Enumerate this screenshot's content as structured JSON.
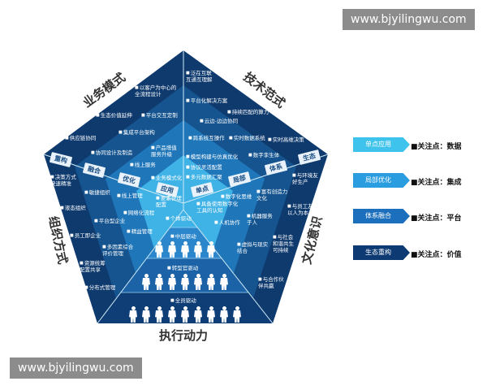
{
  "watermark_top": "www.bjyilingwu.com",
  "watermark_bottom": "www.bjyilingwu.com",
  "dimensions": {
    "business": "业务模式",
    "technology": "技术范式",
    "organization": "组织方式",
    "culture": "文化意识",
    "execution": "执行动力"
  },
  "stage_tags": [
    "重构",
    "融合",
    "优化",
    "应用",
    "单点",
    "局部",
    "体系",
    "生态"
  ],
  "business_items": [
    "以客户为中心的\n全流程设计",
    "生态价值延伸",
    "平台交互定制",
    "供应链协同",
    "集成平台架构",
    "协同设计及制造",
    "产品增值\n服务升级",
    "线上服务",
    "业务模式化",
    "要素合理\n配置"
  ],
  "technology_items": [
    "泛在互联\n互通互理解",
    "平台化解决方案",
    "持续匹配的算力",
    "云边-边边协同",
    "跨系统互操作",
    "实时数据系统",
    "实时高维决策",
    "模型构建与仿真优化",
    "数字孪生体",
    "协议灵活配置",
    "多元数据汇聚",
    "数字化思维",
    "具备使用数字化\n工具的认知",
    "人机协作"
  ],
  "culture_items": [
    "富有创造力\n文化",
    "与环境友\n好生产",
    "与员工友善\n以人为本",
    "机器服务\n于人",
    "与社会\n和谐共生\n可持续",
    "虚拟与现实\n结合",
    "与合作伙\n伴共赢"
  ],
  "organization_items": [
    "决策方式\n快速精准",
    "敏捷组织",
    "线上管理",
    "液态组织",
    "网络化流程",
    "平台型企业",
    "精益管理",
    "员工即企业",
    "多因素综合\n评价管理",
    "资源统筹\n配置共享",
    "分布式管理"
  ],
  "execution_items": [
    "个体驱动",
    "中层驱动",
    "转型官驱动",
    "全员驱动"
  ],
  "execution_people_counts": [
    5,
    7,
    9
  ],
  "legend": [
    {
      "label": "单点应用",
      "note": "■关注点：数据",
      "color": "#3ec3ec"
    },
    {
      "label": "局部优化",
      "note": "■关注点：集成",
      "color": "#2a9de0"
    },
    {
      "label": "体系融合",
      "note": "■关注点：平台",
      "color": "#1c6fbd"
    },
    {
      "label": "生态重构",
      "note": "■关注点：价值",
      "color": "#0d3a72"
    }
  ]
}
